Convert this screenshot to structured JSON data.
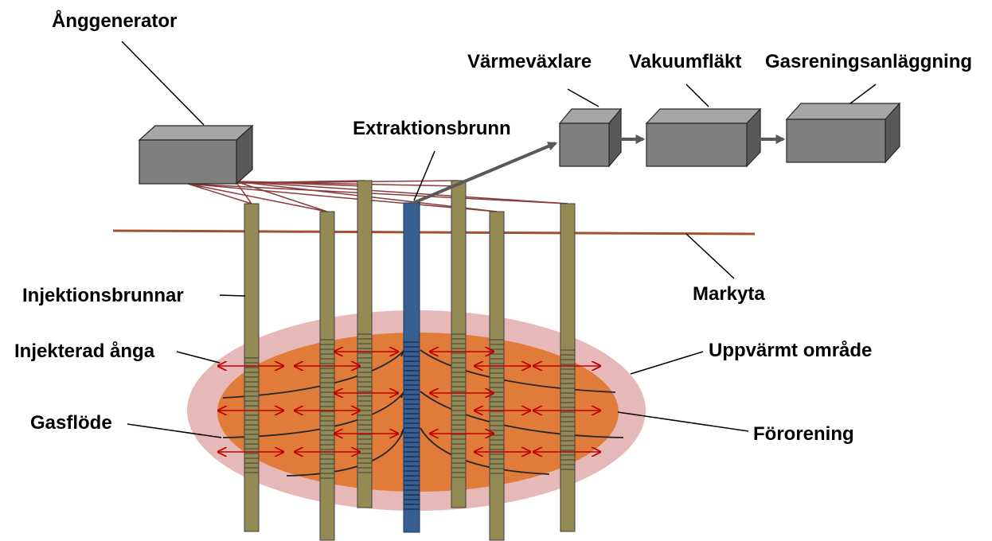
{
  "labels": {
    "steam_generator": "Ånggenerator",
    "heat_exchanger": "Värmeväxlare",
    "vacuum_fan": "Vakuumfläkt",
    "gas_treatment": "Gasreningsanläggning",
    "extraction_well": "Extraktionsbrunn",
    "ground_surface": "Markyta",
    "injection_wells": "Injektionsbrunnar",
    "injected_steam": "Injekterad ånga",
    "heated_zone": "Uppvärmt område",
    "gas_flow": "Gasflöde",
    "contamination": "Förorening"
  },
  "colors": {
    "heated_zone": "#e6b8b7",
    "contamination": "#e07b39",
    "injection_well": "#948a54",
    "extraction_well": "#366092",
    "steam_line": "#8b3a3a",
    "steam_arrow": "#c00000",
    "ground_line": "#a0522d",
    "process_box": "#7f7f7f",
    "process_arrow": "#595959",
    "gas_flow_line": "#262626"
  }
}
